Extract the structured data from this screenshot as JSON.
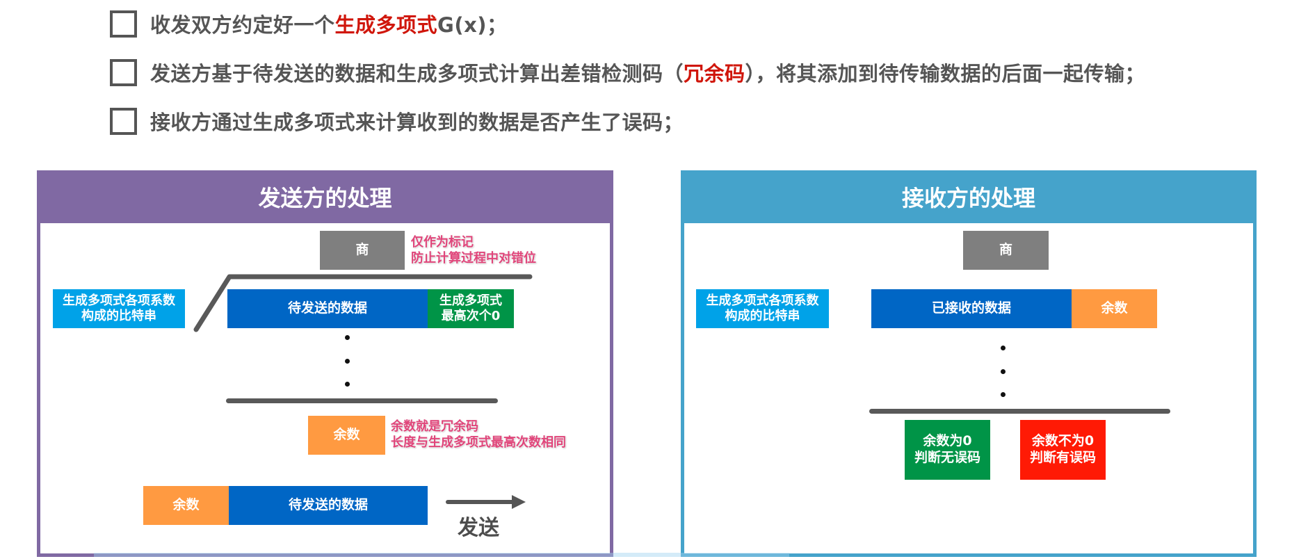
{
  "bullets": [
    {
      "pre": "收发双方约定好一个",
      "highlight": "生成多项式",
      "post": "G(x)；"
    },
    {
      "pre": "发送方基于待发送的数据和生成多项式计算出差错检测码（",
      "highlight": "冗余码",
      "post": "），将其添加到待传输数据的后面一起传输；"
    },
    {
      "pre": "接收方通过生成多项式来计算收到的数据是否产生了误码；",
      "highlight": "",
      "post": ""
    }
  ],
  "sender": {
    "title": "发送方的处理",
    "color": "#8069a3",
    "quotient": "商",
    "quotient_note": [
      "仅作为标记",
      "防止计算过程中对错位"
    ],
    "divisor": [
      "生成多项式各项系数",
      "构成的比特串"
    ],
    "dividend_data": "待发送的数据",
    "dividend_zeros": [
      "生成多项式",
      "最高次个0"
    ],
    "remainder": "余数",
    "remainder_note": [
      "余数就是冗余码",
      "长度与生成多项式最高次数相同"
    ],
    "frame_remainder": "余数",
    "frame_data": "待发送的数据",
    "send_label": "发送"
  },
  "receiver": {
    "title": "接收方的处理",
    "color": "#45a3cb",
    "quotient": "商",
    "divisor": [
      "生成多项式各项系数",
      "构成的比特串"
    ],
    "dividend_data": "已接收的数据",
    "dividend_remainder": "余数",
    "result_ok": [
      "余数为0",
      "判断无误码"
    ],
    "result_err": [
      "余数不为0",
      "判断有误码"
    ]
  }
}
